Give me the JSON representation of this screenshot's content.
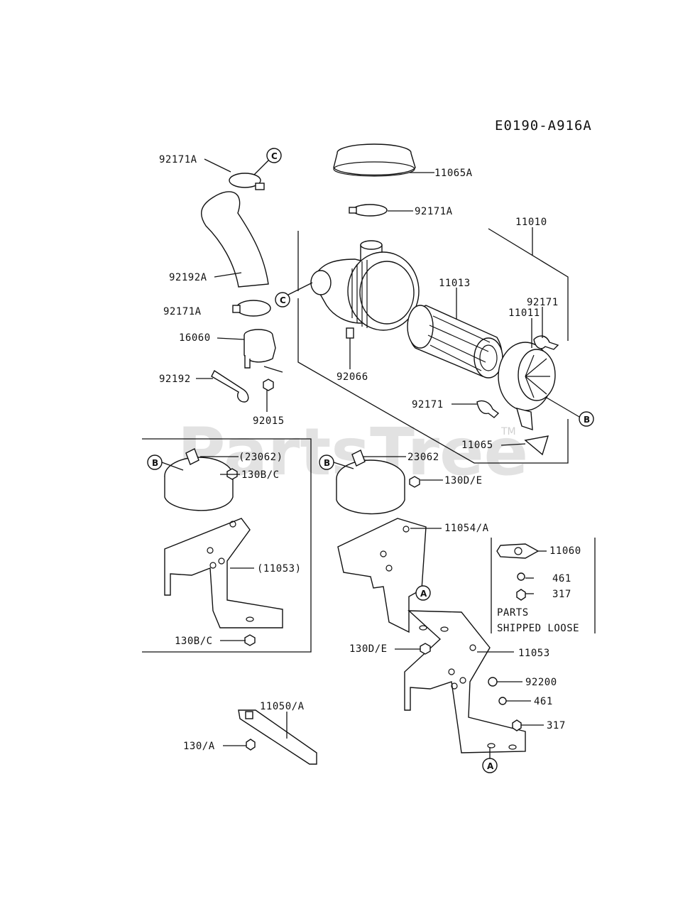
{
  "diagram_code": "E0190-A916A",
  "watermark": "PartsTree",
  "watermark_tm": "TM",
  "callouts": {
    "c_top": "C",
    "c_mid": "C",
    "b_right": "B",
    "b_left": "B",
    "b_mid": "B",
    "a_mid": "A",
    "a_bottom": "A"
  },
  "labels": {
    "p92171A_top": "92171A",
    "p92192A": "92192A",
    "p92171A_mid": "92171A",
    "p16060": "16060",
    "p92192": "92192",
    "p92015": "92015",
    "p11065A": "11065A",
    "p92171A_right": "92171A",
    "p11010": "11010",
    "p11013": "11013",
    "p92171_upper": "92171",
    "p11011": "11011",
    "p92066": "92066",
    "p92171_lower": "92171",
    "p11065": "11065",
    "p23062_paren": "(23062)",
    "p130BC_upper": "130B/C",
    "p11053_paren": "(11053)",
    "p130BC_lower": "130B/C",
    "p23062": "23062",
    "p130DE_upper": "130D/E",
    "p11054A": "11054/A",
    "p11060": "11060",
    "p461_upper": "461",
    "p317_upper": "317",
    "parts_line1": "PARTS",
    "parts_line2": "SHIPPED LOOSE",
    "p130DE_lower": "130D/E",
    "p11053": "11053",
    "p92200": "92200",
    "p461_lower": "461",
    "p317_lower": "317",
    "p11050A": "11050/A",
    "p130A": "130/A"
  }
}
